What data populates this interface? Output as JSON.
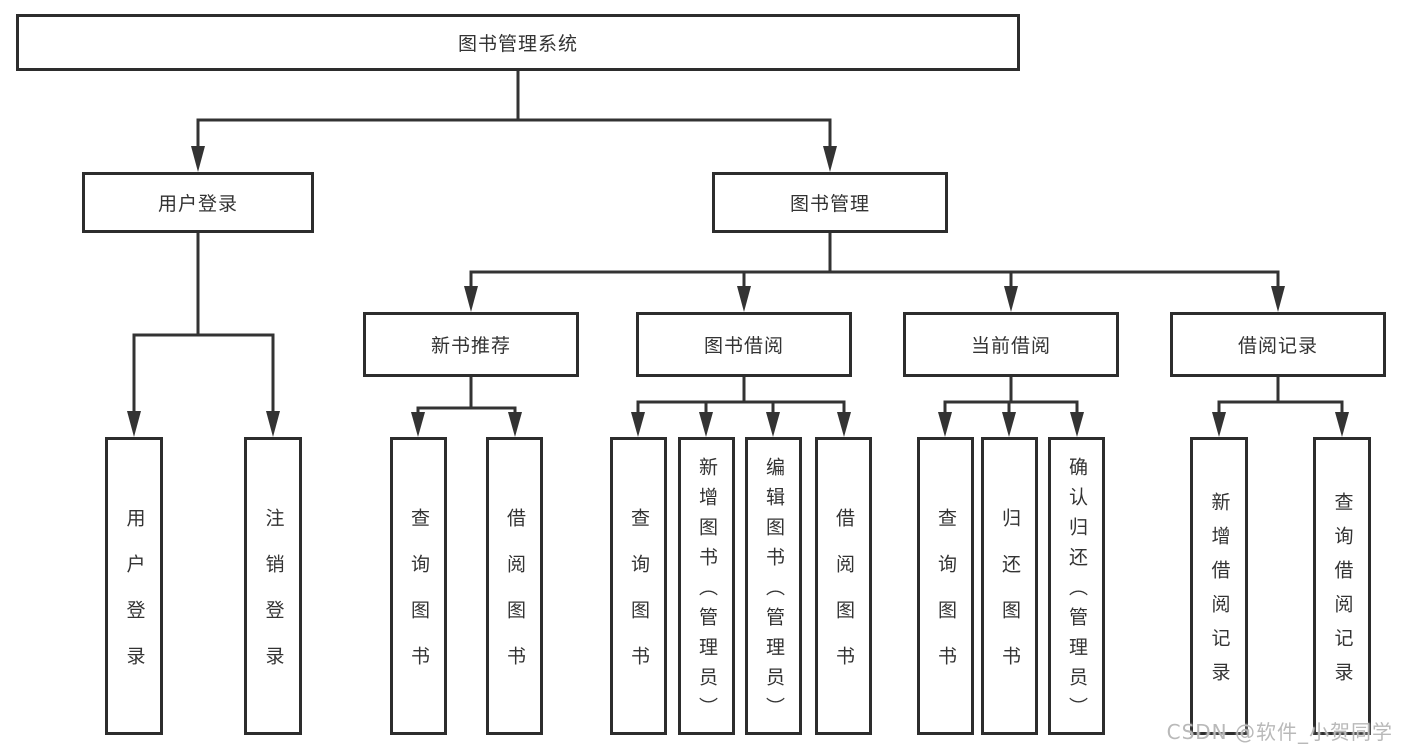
{
  "diagram": {
    "root": {
      "label": "图书管理系统"
    },
    "branches": [
      {
        "label": "用户登录",
        "children": [
          {
            "label": "用户登录"
          },
          {
            "label": "注销登录"
          }
        ]
      },
      {
        "label": "图书管理",
        "children": [
          {
            "label": "新书推荐",
            "children": [
              {
                "label": "查询图书"
              },
              {
                "label": "借阅图书"
              }
            ]
          },
          {
            "label": "图书借阅",
            "children": [
              {
                "label": "查询图书"
              },
              {
                "label": "新增图书（管理员）"
              },
              {
                "label": "编辑图书（管理员）"
              },
              {
                "label": "借阅图书"
              }
            ]
          },
          {
            "label": "当前借阅",
            "children": [
              {
                "label": "查询图书"
              },
              {
                "label": "归还图书"
              },
              {
                "label": "确认归还（管理员）"
              }
            ]
          },
          {
            "label": "借阅记录",
            "children": [
              {
                "label": "新增借阅记录"
              },
              {
                "label": "查询借阅记录"
              }
            ]
          }
        ]
      }
    ]
  },
  "watermark": {
    "text": "CSDN @软件_小贺同学"
  },
  "colors": {
    "line": "#333333",
    "border": "#2d2d2d",
    "text": "#333333",
    "watermark": "#b9b9b9"
  }
}
